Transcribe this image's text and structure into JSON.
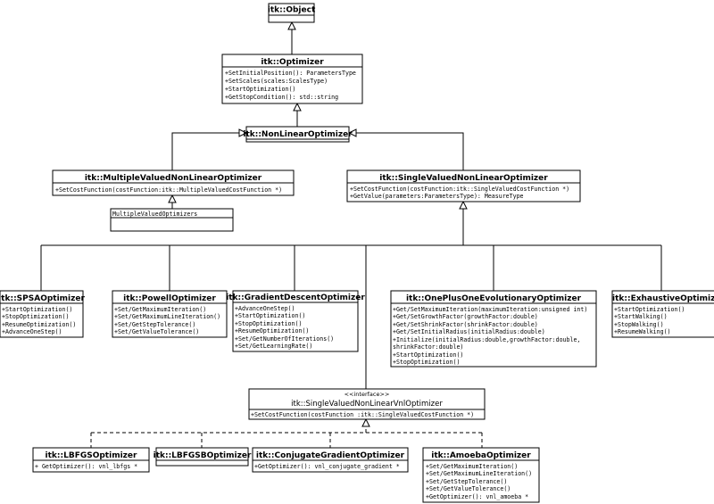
{
  "classes": [
    {
      "id": "object",
      "name": "itk::Object",
      "methods": []
    },
    {
      "id": "optimizer",
      "name": "itk::Optimizer",
      "methods": [
        "+SetInitialPosition(): ParametersType",
        "+SetScales(scales:ScalesType)",
        "+StartOptimization()",
        "+GetStopCondition(): std::string"
      ]
    },
    {
      "id": "nonlinear",
      "name": "itk::NonLinearOptimizer",
      "methods": []
    },
    {
      "id": "multivalued",
      "name": "itk::MultipleValuedNonLinearOptimizer",
      "methods": [
        "+SetCostFunction(costFunction:itk::MultipleValuedCostFunction *)"
      ]
    },
    {
      "id": "multivaluedopts",
      "name": "MultipleValuedOptimizers",
      "methods": []
    },
    {
      "id": "singlevalued",
      "name": "itk::SingleValuedNonLinearOptimizer",
      "methods": [
        "+SetCostFunction(costFunction:itk::SingleValuedCostFunction *)",
        "+GetValue(parameters:ParametersType): MeasureType"
      ]
    },
    {
      "id": "spsa",
      "name": "itk::SPSAOptimizer",
      "methods": [
        "+StartOptimization()",
        "+StopOptimization()",
        "+ResumeOptimization()",
        "+AdvanceOneStep()"
      ]
    },
    {
      "id": "powell",
      "name": "itk::PowellOptimizer",
      "methods": [
        "+Set/GetMaximumIteration()",
        "+Set/GetMaximumLineIteration()",
        "+Set/GetStepTolerance()",
        "+Set/GetValueTolerance()"
      ]
    },
    {
      "id": "gradient",
      "name": "itk::GradientDescentOptimizer",
      "methods": [
        "+AdvanceOneStep()",
        "+StartOptimization()",
        "+StopOptimization()",
        "+ResumeOptimization()",
        "+Set/GetNumberOfIterations()",
        "+Set/GetLearningRate()"
      ]
    },
    {
      "id": "oneplusone",
      "name": "itk::OnePlusOneEvolutionaryOptimizer",
      "methods": [
        "+Get/SetMaximumIteration(maximumIteration:unsigned int)",
        "+Get/SetGrowthFactor(growthFactor:double)",
        "+Get/SetShrinkFactor(shrinkFactor:double)",
        "+Get/SetInitialRadius(initialRadius:double)",
        "+Initialize(initialRadius:double,growthFactor:double,",
        "shrinkFactor:double)",
        "+StartOptimization()",
        "+StopOptimization()"
      ]
    },
    {
      "id": "exhaustive",
      "name": "itk::ExhaustiveOptimizer",
      "methods": [
        "+StartOptimization()",
        "+StartWalking()",
        "+StopWalking()",
        "+ResumeWalking()"
      ]
    },
    {
      "id": "vnl",
      "stereotype": "<<interface>>",
      "name": "itk::SingleValuedNonLinearVnlOptimizer",
      "methods": [
        "+SetCostFunction(costFunction :itk::SingleValuedCostFunction *)"
      ]
    },
    {
      "id": "lbfgs",
      "name": "itk::LBFGSOptimizer",
      "methods": [
        "+ GetOptimizer(): vnl_lbfgs *"
      ]
    },
    {
      "id": "lbfgsb",
      "name": "itk::LBFGSBOptimizer",
      "methods": []
    },
    {
      "id": "conjugate",
      "name": "itk::ConjugateGradientOptimizer",
      "methods": [
        "+GetOptimizer(): vnl_conjugate_gradient *"
      ]
    },
    {
      "id": "amoeba",
      "name": "itk::AmoebaOptimizer",
      "methods": [
        "+Set/GetMaximumIteration()",
        "+Set/GetMaximumLineIteration()",
        "+Set/GetStepTolerance()",
        "+Set/GetValueTolerance()",
        "+GetOptimizer(): vnl_amoeba *"
      ]
    }
  ]
}
